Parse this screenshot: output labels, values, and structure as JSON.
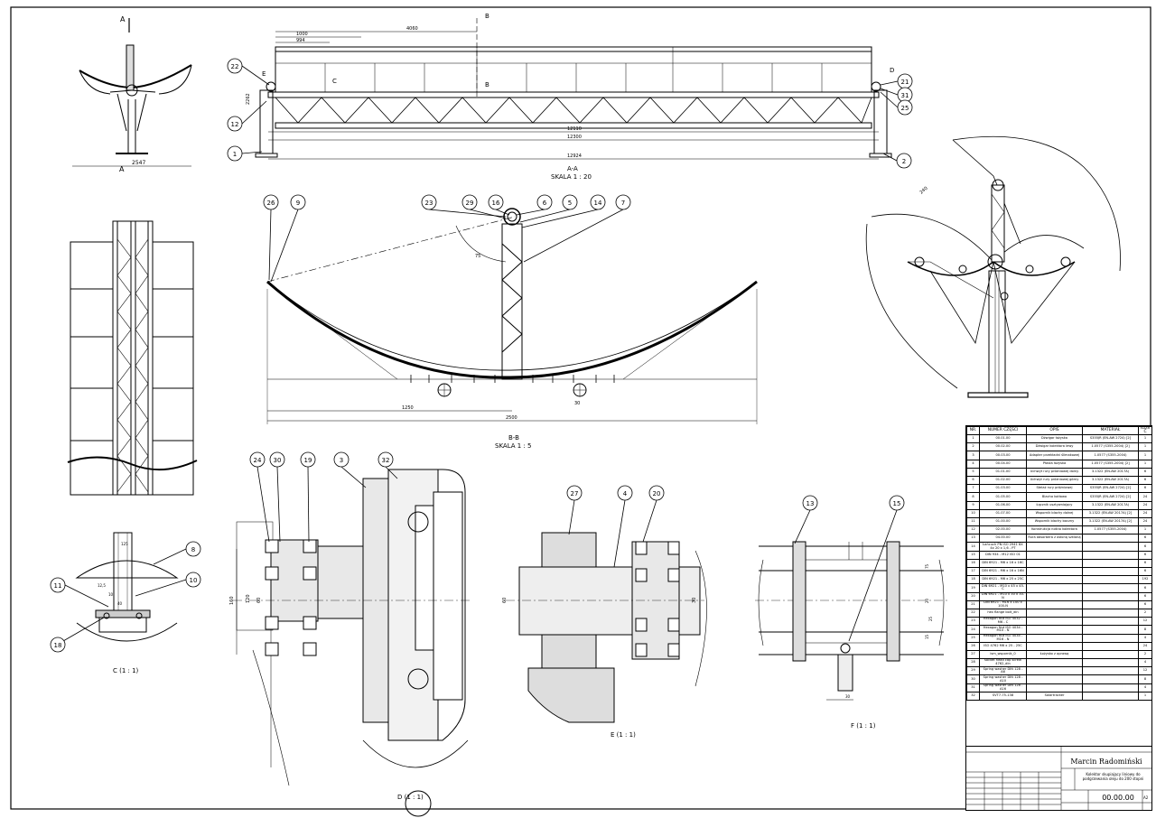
{
  "views": {
    "aa_title": "A-A",
    "aa_scale": "SKALA 1 : 20",
    "bb_title": "B-B",
    "bb_scale": "SKALA 1 : 5",
    "c_title": "C (1 : 1)",
    "d_title": "D (1 : 1)",
    "e_title": "E (1 : 1)",
    "f_title": "F (1 : 1)"
  },
  "section_marks": {
    "a": "A",
    "b": "B",
    "c": "C",
    "d": "D",
    "e": "E"
  },
  "dimensions": {
    "side_width": "2547",
    "d1000": "1000",
    "d994": "994",
    "d4060": "4060",
    "d12110": "12110",
    "d12300": "12300",
    "d12924": "12924",
    "d2262": "2262",
    "d1250": "1250",
    "d2500": "2500",
    "d75": "75",
    "d30": "30",
    "d40": "40",
    "d160": "160",
    "d240": "240",
    "d60": "60",
    "d120": "120",
    "d25": "25",
    "d20": "20",
    "d15": "15",
    "d12_5": "12,5",
    "d10": "10",
    "d125": "125"
  },
  "balloons": {
    "b1": "1",
    "b2": "2",
    "b3": "3",
    "b4": "4",
    "b5": "5",
    "b6": "6",
    "b7": "7",
    "b8": "8",
    "b9": "9",
    "b10": "10",
    "b11": "11",
    "b12": "12",
    "b13": "13",
    "b14": "14",
    "b15": "15",
    "b16": "16",
    "b18": "18",
    "b19": "19",
    "b20": "20",
    "b21": "21",
    "b22": "22",
    "b23": "23",
    "b24": "24",
    "b25": "25",
    "b26": "26",
    "b27": "27",
    "b29": "29",
    "b30": "30",
    "b31": "31",
    "b32": "32"
  },
  "bom": {
    "headers": [
      "NR.",
      "NUMER CZĘŚCI",
      "OPIS",
      "MATERIAŁ",
      "ILOŚĆ"
    ],
    "rows": [
      [
        "1",
        "00.01.00",
        "Dźwigar łożyska",
        "S355JR (EN-AW 2724) [2]",
        "1"
      ],
      [
        "2",
        "00.02.00",
        "Dźwigar kolektora lewy",
        "1.0577 (S355-2004) [2]",
        "1"
      ],
      [
        "3",
        "00.03.00",
        "Adapter przekładni ślimakowej",
        "1.0577 (S355-2004)",
        "1"
      ],
      [
        "4",
        "00.04.00",
        "Płasta łożyska",
        "1.0577 (S355-2004) [2]",
        "1"
      ],
      [
        "5",
        "01.01.00",
        "Uchwyt rury próżniowej dolny",
        "3.1322 (EN-AW 2017A)",
        "6"
      ],
      [
        "6",
        "01.02.00",
        "Uchwyt rury próżniowej górny",
        "3.1322 (EN-AW 2017A)",
        "6"
      ],
      [
        "7",
        "01.03.00",
        "Stelaż rury próżniowej",
        "S355JR (EN-AW 2724) [2]",
        "6"
      ],
      [
        "8",
        "01.05.00",
        "Blacha kotłowa",
        "S355JR (EN-AW 2724) [2]",
        "24"
      ],
      [
        "9",
        "01.06.00",
        "Łącznik usztywniający",
        "3.1322 (EN-AW 2017A)",
        "24"
      ],
      [
        "10",
        "01.07.00",
        "Wspornik blachy dolnej",
        "3.1322 (EN-AW 2017A) [2]",
        "24"
      ],
      [
        "11",
        "01.00.00",
        "Wspornik blachy boczny",
        "3.1322 (EN-AW 2017A) [2]",
        "24"
      ],
      [
        "12",
        "02.00.00",
        "Konstrukcja nośna kolektora",
        "1.0577 (S355-2004)",
        "1"
      ],
      [
        "13",
        "04.00.00",
        "Rura absorbera z osłoną szklaną",
        "",
        "6"
      ],
      [
        "14",
        "Łańcuch PN ISO 2941 8X 4x 20 x 1,6 - PT",
        "",
        "",
        "6"
      ],
      [
        "15",
        "DIN 934 - M12 ISO 01",
        "",
        "",
        "6"
      ],
      [
        "16",
        "DIN 6921 - M6 x 16 x 16C",
        "",
        "",
        "6"
      ],
      [
        "17",
        "DIN 6921 - M6 x 16 x 16N",
        "",
        "",
        "6"
      ],
      [
        "18",
        "DIN 6921 - M6 x 25 x 25C",
        "",
        "",
        "192"
      ],
      [
        "19",
        "DIN 6921 - M10 x 45 x 45-C",
        "",
        "",
        "6"
      ],
      [
        "20",
        "DIN 6921 - M10 x 30 x 30-N",
        "",
        "",
        "6"
      ],
      [
        "21",
        "DIN 6921 - M16 x 100 x 100-N",
        "",
        "",
        "6"
      ],
      [
        "22",
        "hex flange bolt_din",
        "",
        "",
        "2"
      ],
      [
        "23",
        "Hexagon Nut ISO 4032 - M6 - C",
        "",
        "",
        "12"
      ],
      [
        "24",
        "Hexagon Nut ISO 4034 - M10 - N",
        "",
        "",
        "8"
      ],
      [
        "25",
        "Hexagon Nut ISO 4034 - M16 - N",
        "",
        "",
        "4"
      ],
      [
        "26",
        "ISO 4762 M6 x 25 - 25C",
        "",
        "",
        "24"
      ],
      [
        "27",
        "ism_wspornik_0",
        "Łożysko z oprawą",
        "",
        "2"
      ],
      [
        "28",
        "socket head cap screw 4762_din",
        "",
        "",
        "4"
      ],
      [
        "29",
        "Spring washer DIN 128 - A6",
        "",
        "",
        "12"
      ],
      [
        "30",
        "Spring washer DIN 128 - A10",
        "",
        "",
        "8"
      ],
      [
        "31",
        "Spring washer DIN 128 - A16",
        "",
        "",
        "4"
      ],
      [
        "32",
        "SVT7-75-138",
        "Solartracker",
        "",
        "1"
      ]
    ]
  },
  "title_block": {
    "author": "Marcin Radomiński",
    "description": "Kolektor skupiający liniowy do podgrzewania oleju do 200 stopni",
    "drawing_number": "00.00.00",
    "sheet_size": "A2"
  }
}
